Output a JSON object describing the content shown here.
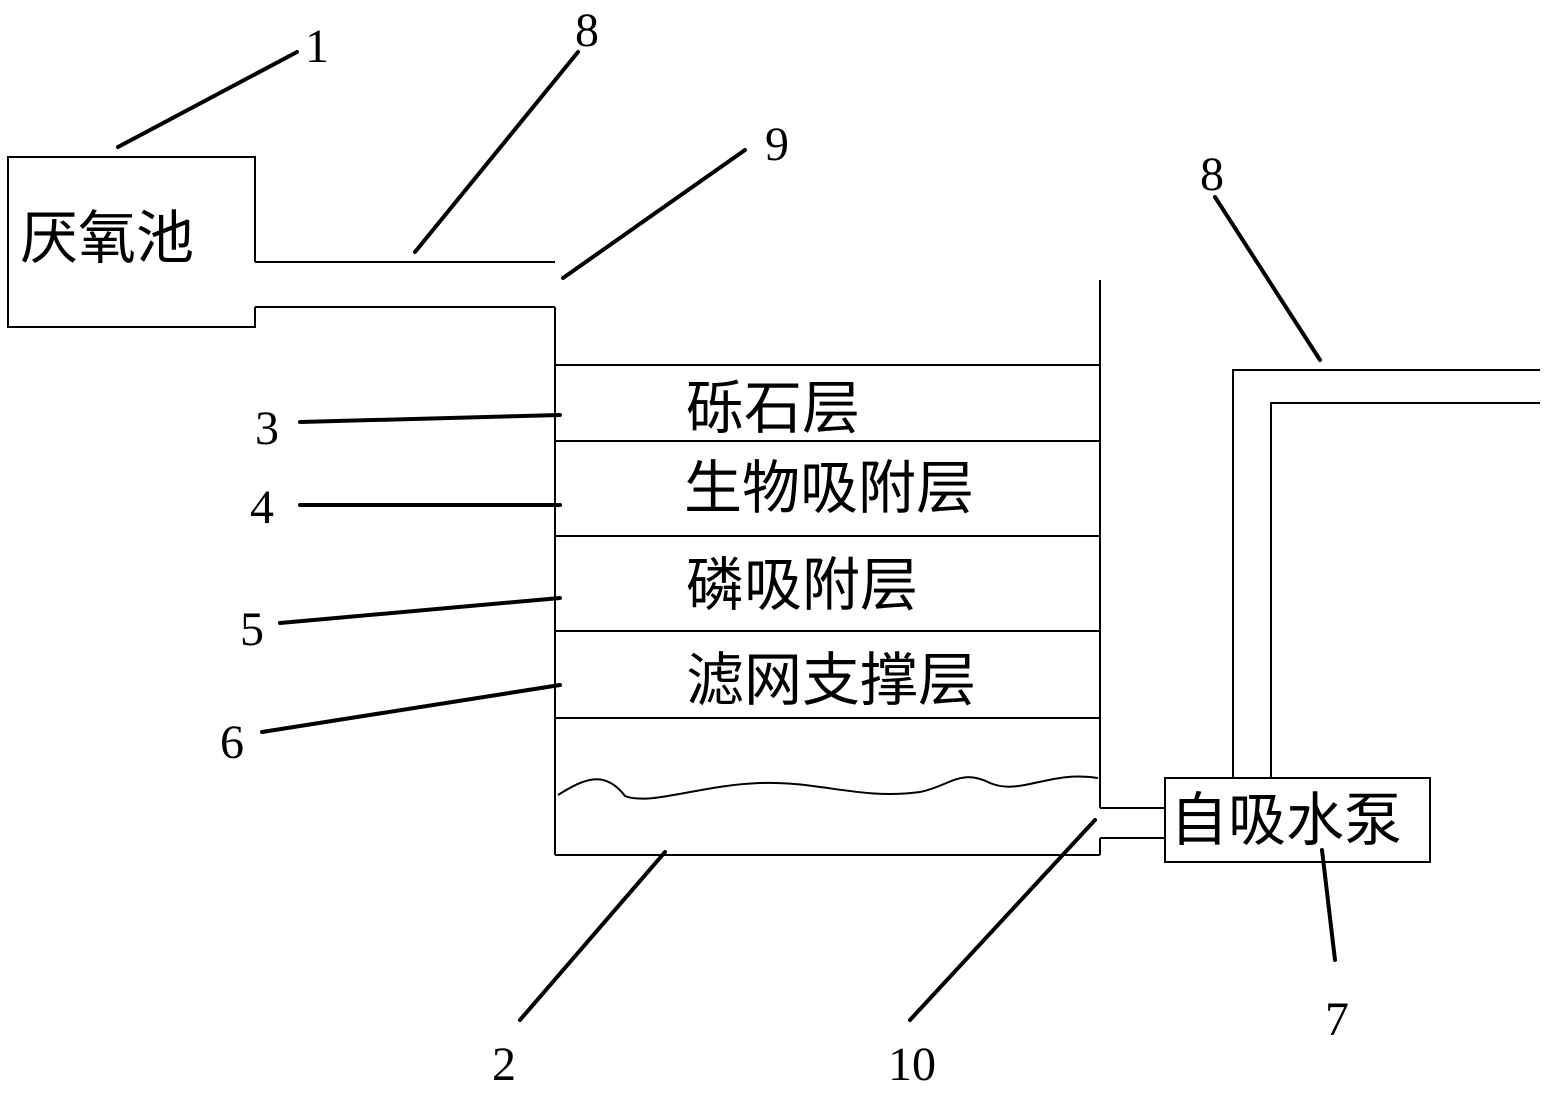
{
  "labels": {
    "anaerobic_tank": "厌氧池",
    "pump": "自吸水泵",
    "layers": [
      "砾石层",
      "生物吸附层",
      "磷吸附层",
      "滤网支撑层"
    ]
  },
  "callouts": {
    "n1": "1",
    "n2": "2",
    "n3": "3",
    "n4": "4",
    "n5": "5",
    "n6": "6",
    "n7": "7",
    "n8a": "8",
    "n8b": "8",
    "n9": "9",
    "n10": "10"
  }
}
